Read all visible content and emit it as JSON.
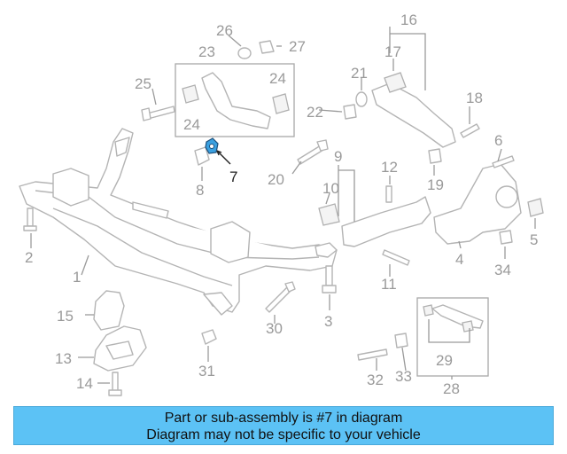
{
  "diagram": {
    "callouts": {
      "c1": "1",
      "c2": "2",
      "c3": "3",
      "c4": "4",
      "c5": "5",
      "c6": "6",
      "c7": "7",
      "c8": "8",
      "c9": "9",
      "c10": "10",
      "c11": "11",
      "c12": "12",
      "c13": "13",
      "c14": "14",
      "c15": "15",
      "c16": "16",
      "c17": "17",
      "c18": "18",
      "c19": "19",
      "c20": "20",
      "c21": "21",
      "c22": "22",
      "c23": "23",
      "c24a": "24",
      "c24b": "24",
      "c25": "25",
      "c26": "26",
      "c27": "27",
      "c28": "28",
      "c29": "29",
      "c30": "30",
      "c31": "31",
      "c32": "32",
      "c33": "33",
      "c34": "34"
    },
    "highlighted_part": "7",
    "highlight_color": "#3aa0e0"
  },
  "banner": {
    "line1": "Part or sub-assembly is #7 in diagram",
    "line2": "Diagram may not be specific to your vehicle",
    "background": "#5cc2f5"
  }
}
